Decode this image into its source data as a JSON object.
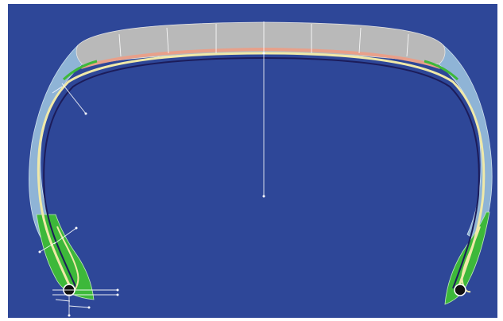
{
  "viewer": {
    "background_color": "#2e4798",
    "frame_color": "#ffffff"
  },
  "tire_section": {
    "components": [
      {
        "name": "tread",
        "color": "#b9b9b9"
      },
      {
        "name": "sidewall",
        "color": "#8fb4d6"
      },
      {
        "name": "bead-filler",
        "color": "#3db83a"
      },
      {
        "name": "belt-layers",
        "color": "#e8a08a"
      },
      {
        "name": "carcass-ply",
        "color": "#f0e9a8"
      },
      {
        "name": "inner-liner",
        "color": "#1c1c5a"
      },
      {
        "name": "bead-core",
        "color": "#111111"
      },
      {
        "name": "mesh-lines",
        "color": "#ffffff"
      }
    ]
  }
}
